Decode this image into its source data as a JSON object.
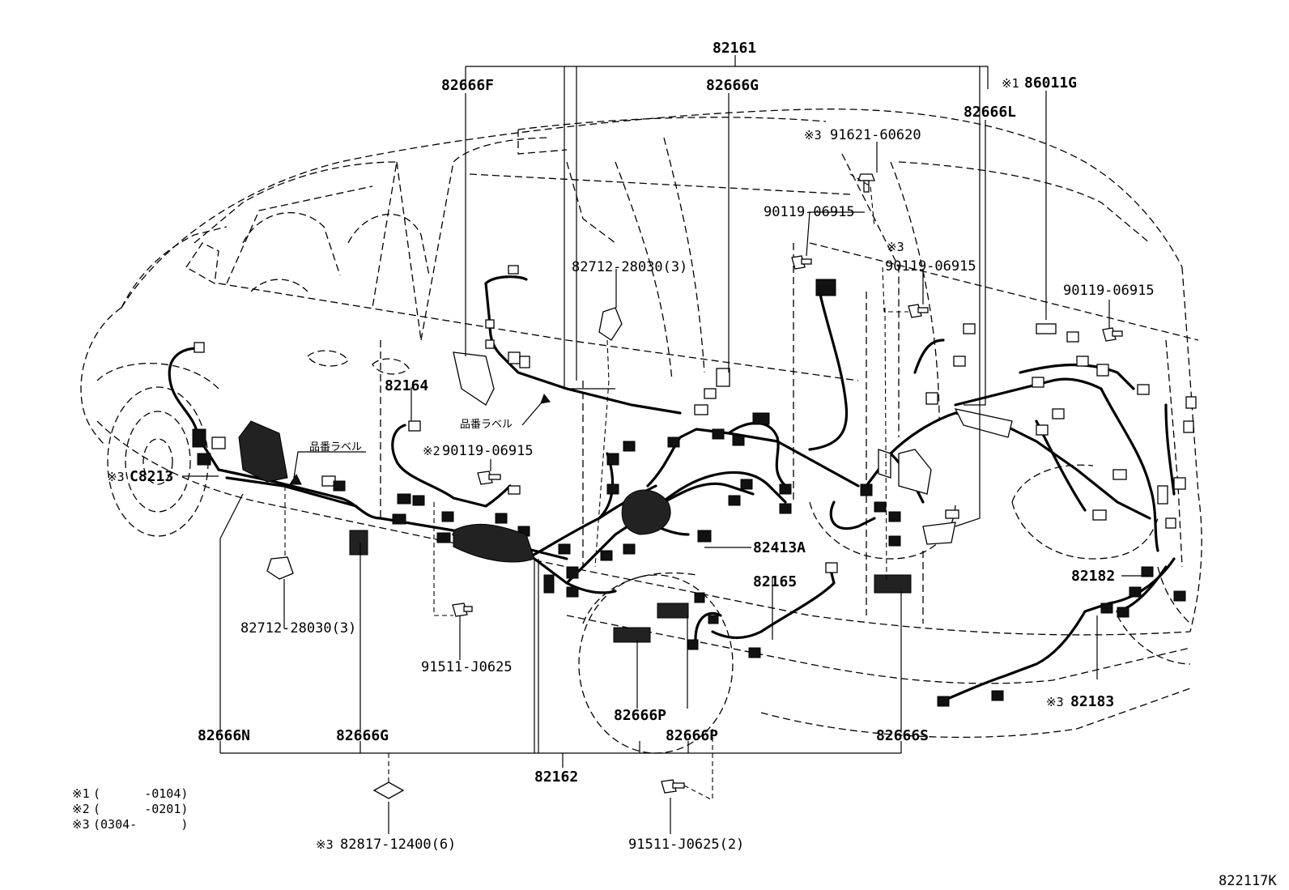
{
  "labels": {
    "top_main": "82161",
    "f": "82666F",
    "g_top": "82666G",
    "l": "82666L",
    "n86011": "86011G",
    "n86011_mark": "※1",
    "bolt_91621": "91621-60620",
    "bolt_91621_mark": "※3",
    "bolt_a": "90119-06915",
    "bolt_b_mark": "※3",
    "bolt_b": "90119-06915",
    "bolt_c": "90119-06915",
    "clamp_top": "82712-28030(3)",
    "n82164": "82164",
    "label_jp_1": "品番ラベル",
    "label_jp_2": "品番ラベル",
    "bolt_d_mark": "※2",
    "bolt_d": "90119-06915",
    "c8213_mark": "※3",
    "c8213": "C8213",
    "n82413a": "82413A",
    "n82165": "82165",
    "n82182": "82182",
    "clamp_bottom": "82712-28030(3)",
    "bolt_91511": "91511-J0625",
    "n82183_mark": "※3",
    "n82183": "82183",
    "p1": "82666P",
    "p2": "82666P",
    "n": "82666N",
    "g_bottom": "82666G",
    "s": "82666S",
    "n82162": "82162",
    "grommet_mark": "※3",
    "grommet": "82817-12400(6)",
    "bolt_91511_2": "91511-J0625(2)",
    "figure_id": "822117K"
  },
  "notes": [
    {
      "mark": "※1",
      "range": "(      -0104)"
    },
    {
      "mark": "※2",
      "range": "(      -0201)"
    },
    {
      "mark": "※3",
      "range": "(0304-      )"
    }
  ]
}
